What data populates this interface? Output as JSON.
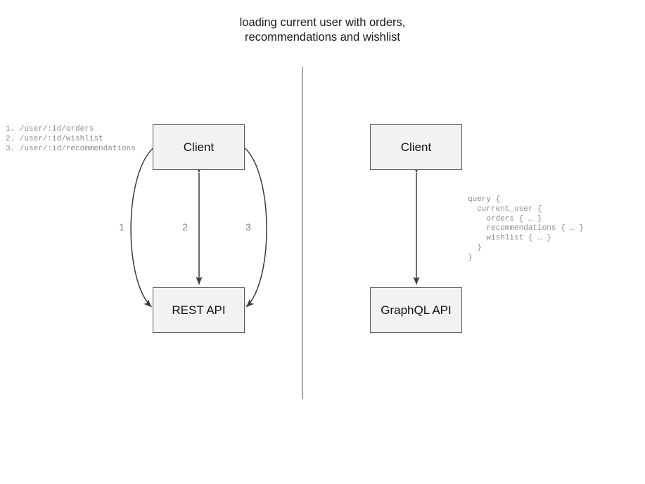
{
  "diagram": {
    "title": "loading current user with orders,\nrecommendations and wishlist",
    "divider": {
      "name": "vertical-divider",
      "color": "#808080"
    },
    "left_panel": {
      "name": "rest-comparison-panel",
      "client_node": "Client",
      "api_node": "REST API",
      "endpoints_text": "1. /user/:id/orders\n2. /user/:id/wishlist\n3. /user/:id/recommendations",
      "endpoints": [
        {
          "number": "1.",
          "path": "/user/:id/orders"
        },
        {
          "number": "2.",
          "path": "/user/:id/wishlist"
        },
        {
          "number": "3.",
          "path": "/user/:id/recommendations"
        }
      ],
      "edges": [
        {
          "label": "1",
          "shape": "curve-left",
          "arrowheads": "both"
        },
        {
          "label": "2",
          "shape": "straight",
          "arrowheads": "both"
        },
        {
          "label": "3",
          "shape": "curve-right",
          "arrowheads": "both"
        }
      ]
    },
    "right_panel": {
      "name": "graphql-comparison-panel",
      "client_node": "Client",
      "api_node": "GraphQL API",
      "query_text": "query {\n  current_user {\n    orders { … }\n    recommendations { … }\n    wishlist { … }\n  }\n}",
      "edges": [
        {
          "label": "",
          "shape": "straight",
          "arrowheads": "both"
        }
      ]
    },
    "colors": {
      "box_fill": "#f2f2f2",
      "box_stroke": "#5a5a5a",
      "arrow_stroke": "#3c3c3c",
      "code_text": "#8c8c8c",
      "title_text": "#1a1a1a"
    }
  }
}
